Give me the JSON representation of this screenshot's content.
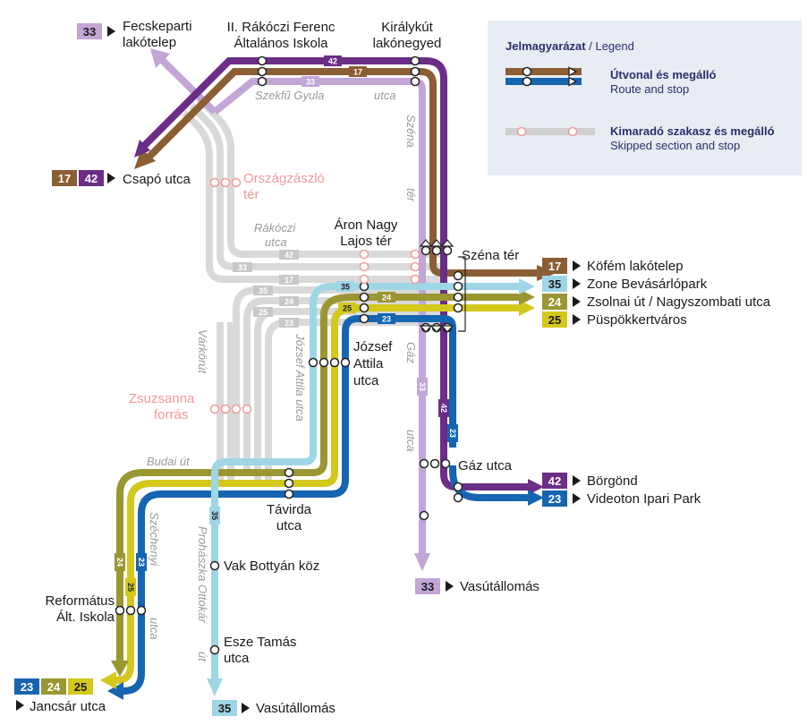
{
  "colors": {
    "17": "#8b5e34",
    "42": "#6b2d86",
    "33": "#c2a6d6",
    "35": "#9fd6e6",
    "24": "#9a9632",
    "25": "#d3c81c",
    "23": "#1565b0",
    "skip": "#d9d9d9",
    "skipstop": "#f29a9a"
  },
  "legend": {
    "title": "Jelmagyarázat",
    "title_en": "Legend",
    "route_label": "Útvonal és megálló",
    "route_label_en": "Route and stop",
    "skipped_label": "Kimaradó szakasz és megálló",
    "skipped_label_en": "Skipped section and stop"
  },
  "destinations": {
    "d33_top": {
      "route": "33",
      "line1": "Fecskeparti",
      "line2": "lakótelep"
    },
    "d17_42": {
      "routes": [
        "17",
        "42"
      ],
      "name": "Csapó utca"
    },
    "d17_right": {
      "route": "17",
      "name": "Köfém lakótelep"
    },
    "d35_right": {
      "route": "35",
      "name": "Zone Bevásárlópark"
    },
    "d24_right": {
      "route": "24",
      "name": "Zsolnai út / Nagyszombati utca"
    },
    "d25_right": {
      "route": "25",
      "name": "Püspökkertváros"
    },
    "d42_right": {
      "route": "42",
      "name": "Börgönd"
    },
    "d23_right": {
      "route": "23",
      "name": "Videoton Ipari Park"
    },
    "d33_bottom": {
      "route": "33",
      "name": "Vasútállomás"
    },
    "d35_bottom": {
      "route": "35",
      "name": "Vasútállomás"
    },
    "d_left_bottom": {
      "routes": [
        "23",
        "24",
        "25"
      ],
      "name": "Jancsár utca"
    }
  },
  "stops": {
    "rakoczi_school": {
      "line1": "II. Rákóczi Ferenc",
      "line2": "Általános Iskola"
    },
    "kiralykut": {
      "line1": "Királykút",
      "line2": "lakónegyed"
    },
    "orszagzaszlo": {
      "line1": "Országzászló",
      "line2": "tér"
    },
    "aron_nagy": {
      "line1": "Áron Nagy",
      "line2": "Lajos tér"
    },
    "szena_ter": {
      "name": "Széna tér"
    },
    "jozsef_attila": {
      "line1": "József",
      "line2": "Attila",
      "line3": "utca"
    },
    "zsuzsanna": {
      "line1": "Zsuzsanna",
      "line2": "forrás"
    },
    "tavirda": {
      "line1": "Távirda",
      "line2": "utca"
    },
    "gaz_utca": {
      "name": "Gáz utca"
    },
    "vak_bottyan": {
      "name": "Vak Bottyán köz"
    },
    "esze_tamas": {
      "line1": "Esze Tamás",
      "line2": "utca"
    },
    "reformatus": {
      "line1": "Református",
      "line2": "Ált. Iskola"
    }
  },
  "streets": {
    "szekfu1": "Szekfű Gyula",
    "szekfu2": "utca",
    "szena1": "Széna",
    "szena2": "tér",
    "rakoczi1": "Rákóczi",
    "rakoczi2": "utca",
    "varkorut": "Várkörút",
    "jozsef_attila_utca": "József Attila utca",
    "gaz1": "Gáz",
    "gaz2": "utca",
    "budai": "Budai út",
    "szechenyi1": "Széchenyi",
    "szechenyi2": "utca",
    "prohaszka1": "Prohászka Ottokár",
    "prohaszka2": "út"
  },
  "route_numbers": {
    "r17": "17",
    "r42": "42",
    "r33": "33",
    "r35": "35",
    "r24": "24",
    "r25": "25",
    "r23": "23"
  }
}
